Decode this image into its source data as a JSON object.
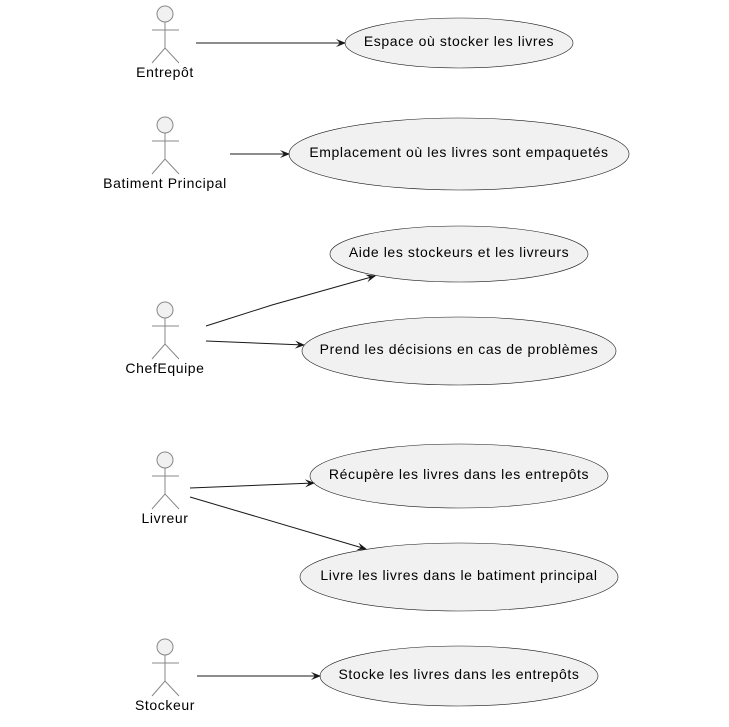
{
  "diagram": {
    "type": "use-case",
    "colors": {
      "fill": "#F1F1F1",
      "stroke": "#181818",
      "actor_stroke": "#888888",
      "arrow": "#181818"
    },
    "actors": [
      {
        "id": "entrepot",
        "name": "Entrepôt"
      },
      {
        "id": "batiment",
        "name": "Batiment Principal"
      },
      {
        "id": "chef",
        "name": "ChefEquipe"
      },
      {
        "id": "livreur",
        "name": "Livreur"
      },
      {
        "id": "stockeur",
        "name": "Stockeur"
      }
    ],
    "use_cases": [
      {
        "id": "uc1",
        "label": "Espace où stocker les livres"
      },
      {
        "id": "uc2",
        "label": "Emplacement où les livres sont empaquetés"
      },
      {
        "id": "uc3",
        "label": "Aide les stockeurs et les livreurs"
      },
      {
        "id": "uc4",
        "label": "Prend les décisions en cas de problèmes"
      },
      {
        "id": "uc5",
        "label": "Récupère les livres dans les entrepôts"
      },
      {
        "id": "uc6",
        "label": "Livre les livres dans le batiment principal"
      },
      {
        "id": "uc7",
        "label": "Stocke les livres dans les entrepôts"
      }
    ],
    "links": [
      {
        "from": "entrepot",
        "to": "uc1"
      },
      {
        "from": "batiment",
        "to": "uc2"
      },
      {
        "from": "chef",
        "to": "uc3"
      },
      {
        "from": "chef",
        "to": "uc4"
      },
      {
        "from": "livreur",
        "to": "uc5"
      },
      {
        "from": "livreur",
        "to": "uc6"
      },
      {
        "from": "stockeur",
        "to": "uc7"
      }
    ]
  }
}
